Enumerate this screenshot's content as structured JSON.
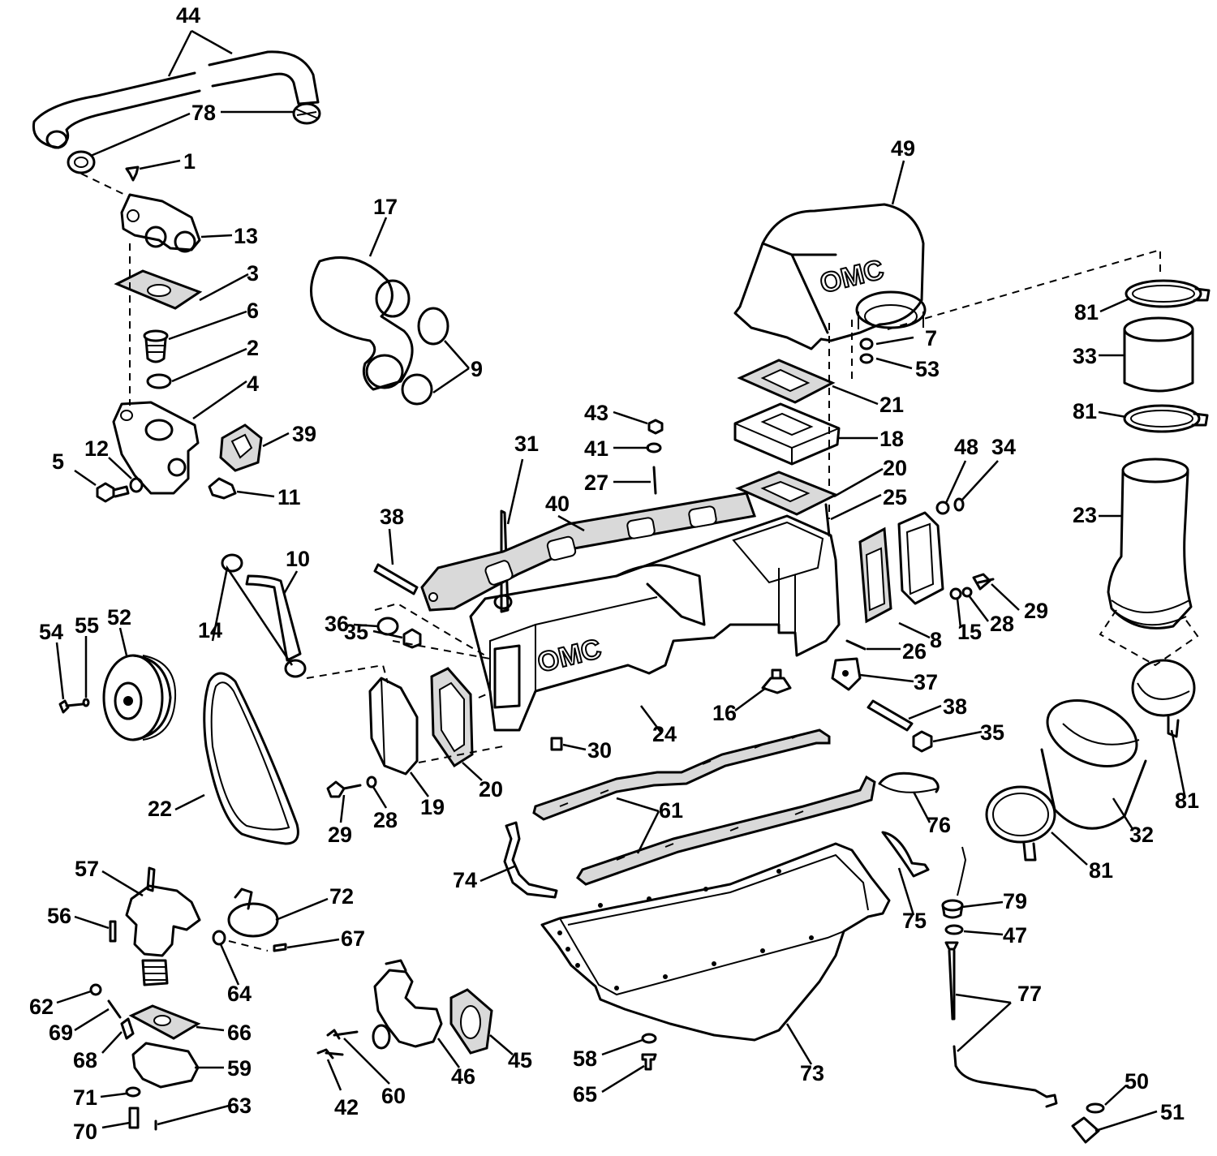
{
  "logo_text": "OMC",
  "callouts": [
    {
      "id": "44",
      "label": "44"
    },
    {
      "id": "78",
      "label": "78"
    },
    {
      "id": "1",
      "label": "1"
    },
    {
      "id": "13",
      "label": "13"
    },
    {
      "id": "3",
      "label": "3"
    },
    {
      "id": "6",
      "label": "6"
    },
    {
      "id": "2",
      "label": "2"
    },
    {
      "id": "4",
      "label": "4"
    },
    {
      "id": "39",
      "label": "39"
    },
    {
      "id": "5",
      "label": "5"
    },
    {
      "id": "12",
      "label": "12"
    },
    {
      "id": "11",
      "label": "11"
    },
    {
      "id": "17",
      "label": "17"
    },
    {
      "id": "9",
      "label": "9"
    },
    {
      "id": "49",
      "label": "49"
    },
    {
      "id": "7",
      "label": "7"
    },
    {
      "id": "53",
      "label": "53"
    },
    {
      "id": "21",
      "label": "21"
    },
    {
      "id": "18",
      "label": "18"
    },
    {
      "id": "20a",
      "label": "20"
    },
    {
      "id": "25",
      "label": "25"
    },
    {
      "id": "81a",
      "label": "81"
    },
    {
      "id": "33",
      "label": "33"
    },
    {
      "id": "81b",
      "label": "81"
    },
    {
      "id": "23",
      "label": "23"
    },
    {
      "id": "48",
      "label": "48"
    },
    {
      "id": "34",
      "label": "34"
    },
    {
      "id": "43",
      "label": "43"
    },
    {
      "id": "41",
      "label": "41"
    },
    {
      "id": "27",
      "label": "27"
    },
    {
      "id": "31",
      "label": "31"
    },
    {
      "id": "40",
      "label": "40"
    },
    {
      "id": "38a",
      "label": "38"
    },
    {
      "id": "10",
      "label": "10"
    },
    {
      "id": "14",
      "label": "14"
    },
    {
      "id": "36",
      "label": "36"
    },
    {
      "id": "35a",
      "label": "35"
    },
    {
      "id": "54",
      "label": "54"
    },
    {
      "id": "55",
      "label": "55"
    },
    {
      "id": "52",
      "label": "52"
    },
    {
      "id": "8",
      "label": "8"
    },
    {
      "id": "15",
      "label": "15"
    },
    {
      "id": "28a",
      "label": "28"
    },
    {
      "id": "29a",
      "label": "29"
    },
    {
      "id": "26",
      "label": "26"
    },
    {
      "id": "37",
      "label": "37"
    },
    {
      "id": "16",
      "label": "16"
    },
    {
      "id": "24",
      "label": "24"
    },
    {
      "id": "38b",
      "label": "38"
    },
    {
      "id": "35b",
      "label": "35"
    },
    {
      "id": "30",
      "label": "30"
    },
    {
      "id": "20b",
      "label": "20"
    },
    {
      "id": "19",
      "label": "19"
    },
    {
      "id": "28b",
      "label": "28"
    },
    {
      "id": "29b",
      "label": "29"
    },
    {
      "id": "22",
      "label": "22"
    },
    {
      "id": "61",
      "label": "61"
    },
    {
      "id": "76",
      "label": "76"
    },
    {
      "id": "32",
      "label": "32"
    },
    {
      "id": "81c",
      "label": "81"
    },
    {
      "id": "81d",
      "label": "81"
    },
    {
      "id": "74",
      "label": "74"
    },
    {
      "id": "57",
      "label": "57"
    },
    {
      "id": "72",
      "label": "72"
    },
    {
      "id": "56",
      "label": "56"
    },
    {
      "id": "67",
      "label": "67"
    },
    {
      "id": "64",
      "label": "64"
    },
    {
      "id": "75",
      "label": "75"
    },
    {
      "id": "79",
      "label": "79"
    },
    {
      "id": "47",
      "label": "47"
    },
    {
      "id": "77",
      "label": "77"
    },
    {
      "id": "62",
      "label": "62"
    },
    {
      "id": "69",
      "label": "69"
    },
    {
      "id": "66",
      "label": "66"
    },
    {
      "id": "68",
      "label": "68"
    },
    {
      "id": "59",
      "label": "59"
    },
    {
      "id": "71",
      "label": "71"
    },
    {
      "id": "70",
      "label": "70"
    },
    {
      "id": "63",
      "label": "63"
    },
    {
      "id": "42",
      "label": "42"
    },
    {
      "id": "60",
      "label": "60"
    },
    {
      "id": "46",
      "label": "46"
    },
    {
      "id": "45",
      "label": "45"
    },
    {
      "id": "58",
      "label": "58"
    },
    {
      "id": "65",
      "label": "65"
    },
    {
      "id": "73",
      "label": "73"
    },
    {
      "id": "50",
      "label": "50"
    },
    {
      "id": "51",
      "label": "51"
    }
  ]
}
